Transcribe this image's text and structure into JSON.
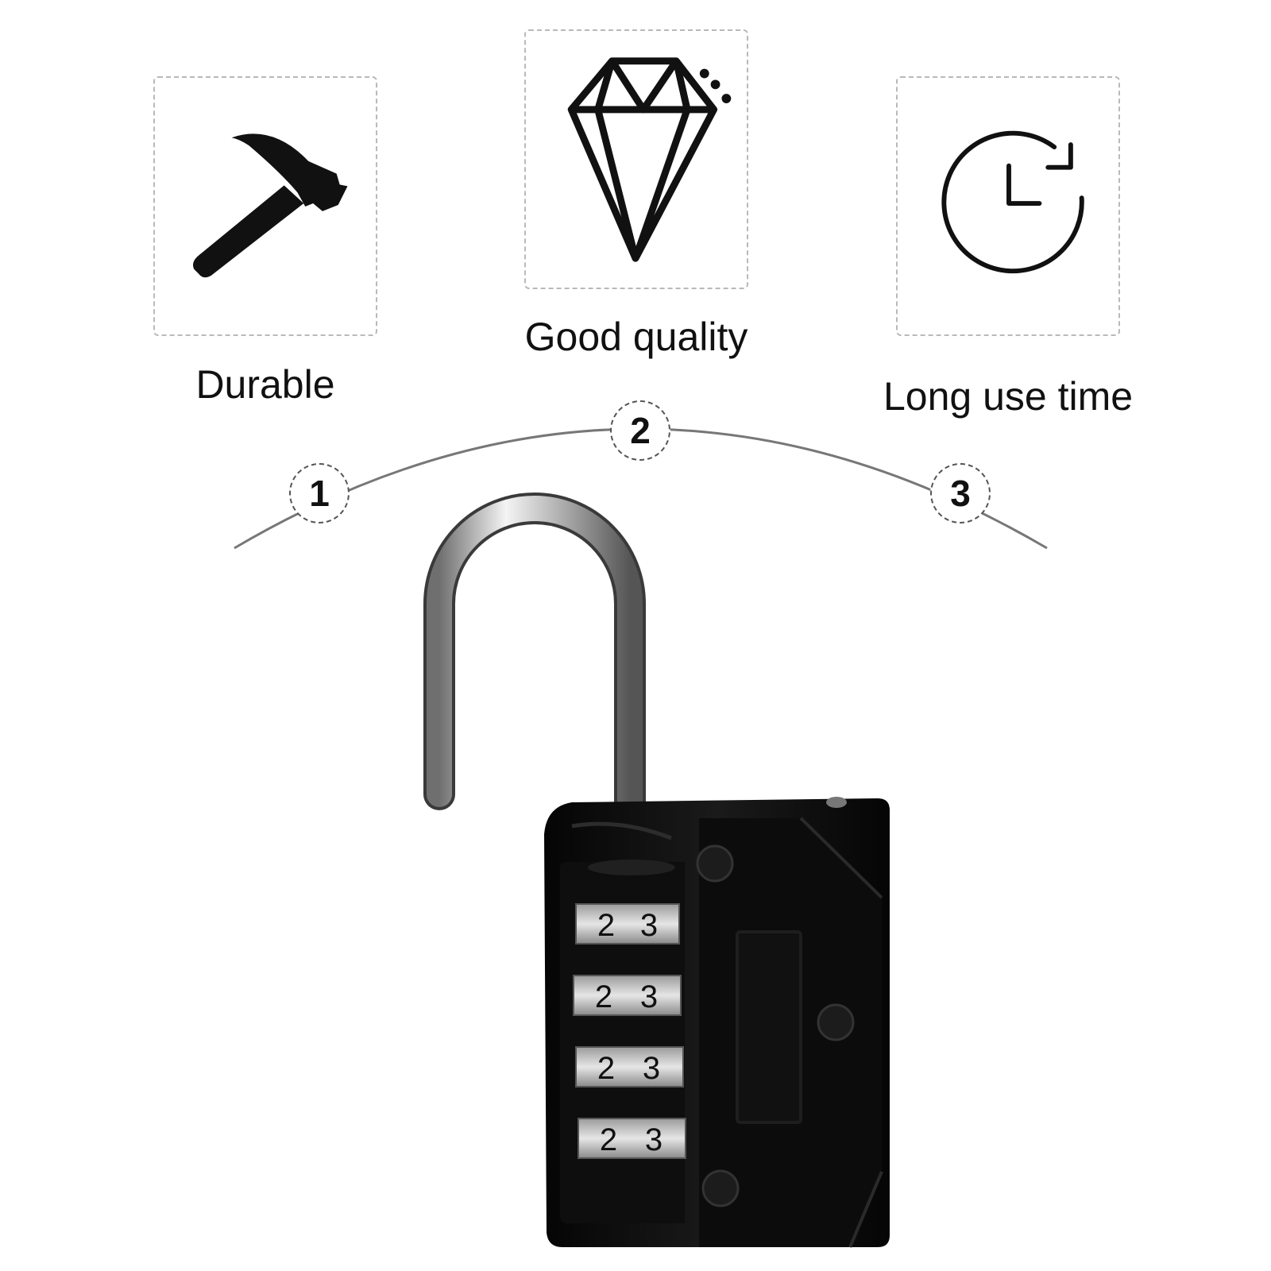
{
  "features": [
    {
      "label": "Durable",
      "number": "1",
      "icon": "hammer-icon"
    },
    {
      "label": "Good quality",
      "number": "2",
      "icon": "diamond-icon"
    },
    {
      "label": "Long use time",
      "number": "3",
      "icon": "clock-refresh-icon"
    }
  ],
  "lock": {
    "dial_digits": [
      [
        "2",
        "3"
      ],
      [
        "2",
        "3"
      ],
      [
        "2",
        "3"
      ],
      [
        "2",
        "3"
      ]
    ]
  }
}
